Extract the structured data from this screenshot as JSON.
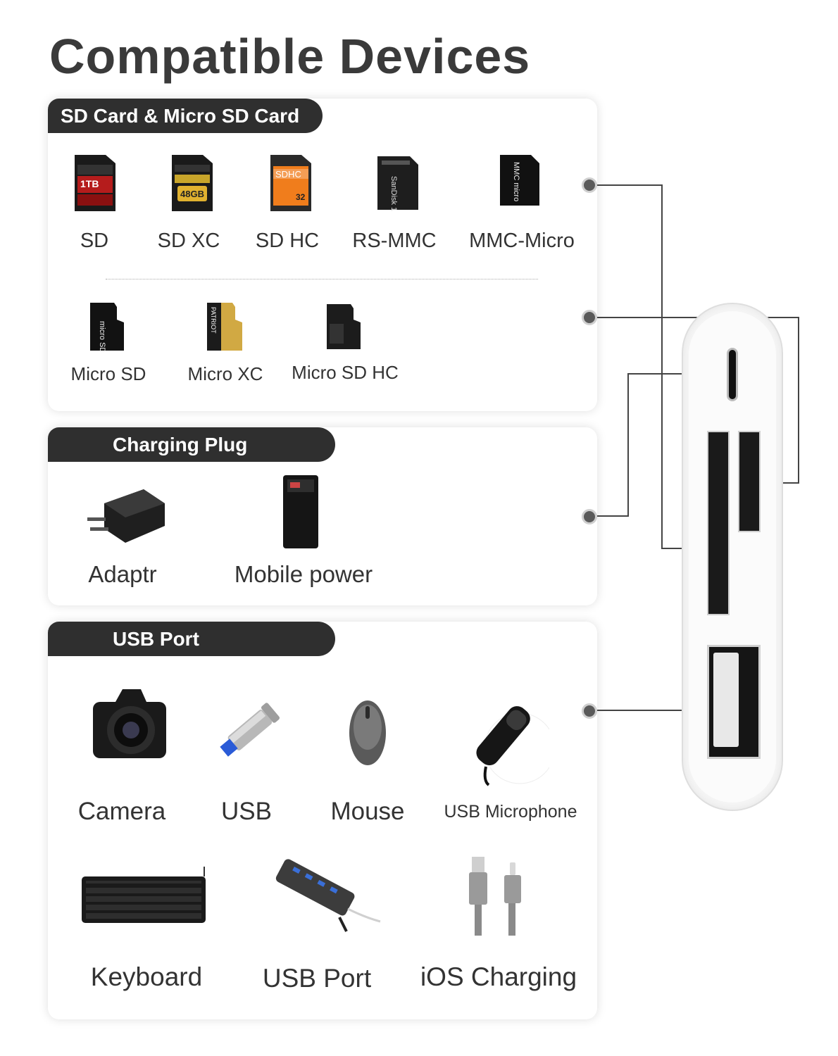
{
  "title": "Compatible Devices",
  "sections": {
    "sd": {
      "heading": "SD Card & Micro SD Card",
      "row1": [
        {
          "label": "SD",
          "icon": "sd-card-icon"
        },
        {
          "label": "SD XC",
          "icon": "sdxc-card-icon"
        },
        {
          "label": "SD HC",
          "icon": "sdhc-card-icon"
        },
        {
          "label": "RS-MMC",
          "icon": "rs-mmc-card-icon"
        },
        {
          "label": "MMC-Micro",
          "icon": "mmc-micro-card-icon"
        }
      ],
      "row2": [
        {
          "label": "Micro SD",
          "icon": "micro-sd-card-icon"
        },
        {
          "label": "Micro XC",
          "icon": "micro-xc-card-icon"
        },
        {
          "label": "Micro SD HC",
          "icon": "micro-sdhc-card-icon"
        }
      ]
    },
    "charging": {
      "heading": "Charging Plug",
      "items": [
        {
          "label": "Adaptr",
          "icon": "power-adapter-icon"
        },
        {
          "label": "Mobile power",
          "icon": "power-bank-icon"
        }
      ]
    },
    "usb": {
      "heading": "USB Port",
      "row1": [
        {
          "label": "Camera",
          "icon": "camera-icon"
        },
        {
          "label": "USB",
          "icon": "usb-flash-drive-icon"
        },
        {
          "label": "Mouse",
          "icon": "mouse-icon"
        },
        {
          "label": "USB Microphone",
          "icon": "usb-microphone-icon"
        }
      ],
      "row2": [
        {
          "label": "Keyboard",
          "icon": "keyboard-icon"
        },
        {
          "label": "USB Port",
          "icon": "usb-hub-icon"
        },
        {
          "label": "iOS Charging",
          "icon": "ios-charging-cable-icon"
        }
      ]
    }
  },
  "colors": {
    "tab_background": "#2f2f2f",
    "tab_text": "#ffffff",
    "title": "#3a3a3a",
    "connector": "#444444",
    "device_body": "#f4f4f4"
  }
}
